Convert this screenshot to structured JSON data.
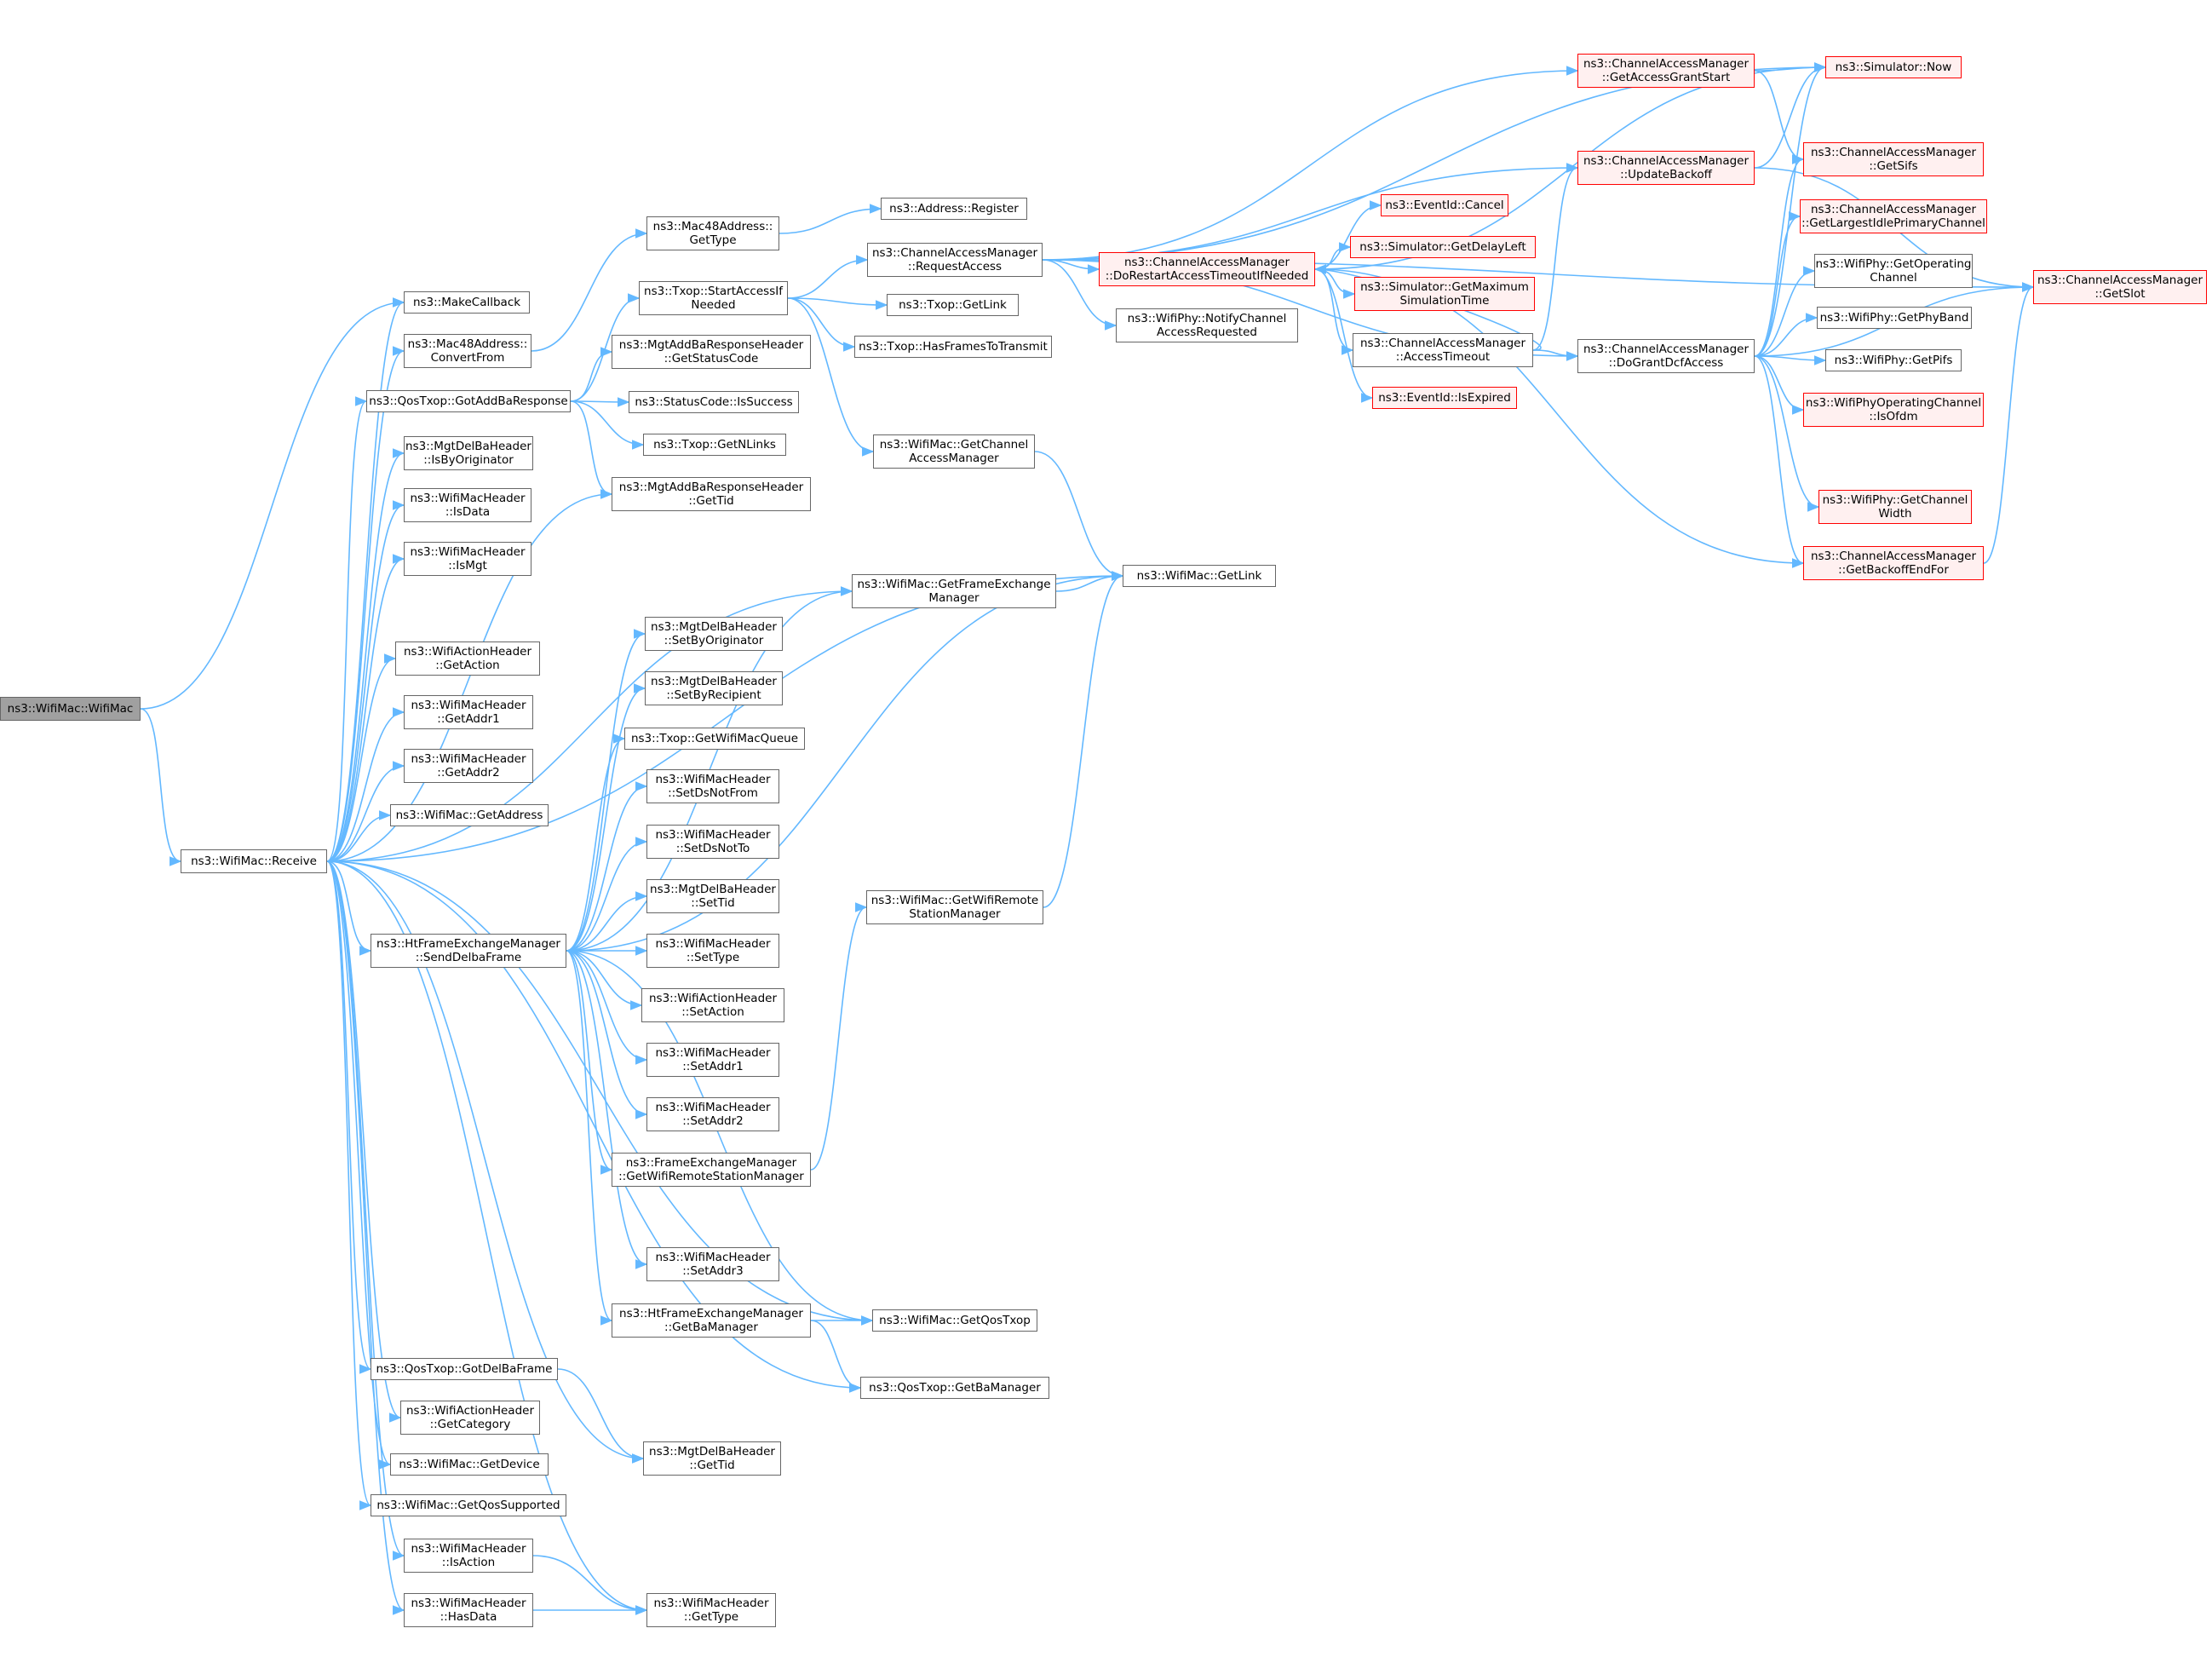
{
  "colors": {
    "edge": "#63b8ff",
    "node_border": "#666666",
    "node_fill": "#ffffff",
    "truncated_border": "#ff0000",
    "truncated_fill": "#fff0f0",
    "root_fill": "#a0a0a0"
  },
  "nodes": [
    {
      "id": "root",
      "label": "ns3::WifiMac::WifiMac",
      "style": "root"
    },
    {
      "id": "receive",
      "label": "ns3::WifiMac::Receive",
      "style": "normal"
    },
    {
      "id": "makecallback",
      "label": "ns3::MakeCallback",
      "style": "normal"
    },
    {
      "id": "convertfrom",
      "label": "ns3::Mac48Address::\nConvertFrom",
      "style": "normal"
    },
    {
      "id": "gotaddba",
      "label": "ns3::QosTxop::GotAddBaResponse",
      "style": "normal"
    },
    {
      "id": "isbyorig",
      "label": "ns3::MgtDelBaHeader\n::IsByOriginator",
      "style": "normal"
    },
    {
      "id": "isdata",
      "label": "ns3::WifiMacHeader\n::IsData",
      "style": "normal"
    },
    {
      "id": "ismgt",
      "label": "ns3::WifiMacHeader\n::IsMgt",
      "style": "normal"
    },
    {
      "id": "getaction",
      "label": "ns3::WifiActionHeader\n::GetAction",
      "style": "normal"
    },
    {
      "id": "getaddr1",
      "label": "ns3::WifiMacHeader\n::GetAddr1",
      "style": "normal"
    },
    {
      "id": "getaddr2",
      "label": "ns3::WifiMacHeader\n::GetAddr2",
      "style": "normal"
    },
    {
      "id": "getaddress",
      "label": "ns3::WifiMac::GetAddress",
      "style": "normal"
    },
    {
      "id": "senddelba",
      "label": "ns3::HtFrameExchangeManager\n::SendDelbaFrame",
      "style": "normal"
    },
    {
      "id": "gotdelba",
      "label": "ns3::QosTxop::GotDelBaFrame",
      "style": "normal"
    },
    {
      "id": "getcategory",
      "label": "ns3::WifiActionHeader\n::GetCategory",
      "style": "normal"
    },
    {
      "id": "getdevice",
      "label": "ns3::WifiMac::GetDevice",
      "style": "normal"
    },
    {
      "id": "getqossupp",
      "label": "ns3::WifiMac::GetQosSupported",
      "style": "normal"
    },
    {
      "id": "isaction",
      "label": "ns3::WifiMacHeader\n::IsAction",
      "style": "normal"
    },
    {
      "id": "hasdata",
      "label": "ns3::WifiMacHeader\n::HasData",
      "style": "normal"
    },
    {
      "id": "mac48gettype",
      "label": "ns3::Mac48Address::\nGetType",
      "style": "normal"
    },
    {
      "id": "startaccess",
      "label": "ns3::Txop::StartAccessIf\nNeeded",
      "style": "normal"
    },
    {
      "id": "getstatuscode",
      "label": "ns3::MgtAddBaResponseHeader\n::GetStatusCode",
      "style": "normal"
    },
    {
      "id": "issuccess",
      "label": "ns3::StatusCode::IsSuccess",
      "style": "normal"
    },
    {
      "id": "getnlinks",
      "label": "ns3::Txop::GetNLinks",
      "style": "normal"
    },
    {
      "id": "addbagettid",
      "label": "ns3::MgtAddBaResponseHeader\n::GetTid",
      "style": "normal"
    },
    {
      "id": "setbyorig",
      "label": "ns3::MgtDelBaHeader\n::SetByOriginator",
      "style": "normal"
    },
    {
      "id": "setbyrecip",
      "label": "ns3::MgtDelBaHeader\n::SetByRecipient",
      "style": "normal"
    },
    {
      "id": "getwifimacqueue",
      "label": "ns3::Txop::GetWifiMacQueue",
      "style": "normal"
    },
    {
      "id": "setdsnotfrom",
      "label": "ns3::WifiMacHeader\n::SetDsNotFrom",
      "style": "normal"
    },
    {
      "id": "setdsnotto",
      "label": "ns3::WifiMacHeader\n::SetDsNotTo",
      "style": "normal"
    },
    {
      "id": "delbasettid",
      "label": "ns3::MgtDelBaHeader\n::SetTid",
      "style": "normal"
    },
    {
      "id": "settype",
      "label": "ns3::WifiMacHeader\n::SetType",
      "style": "normal"
    },
    {
      "id": "setaction",
      "label": "ns3::WifiActionHeader\n::SetAction",
      "style": "normal"
    },
    {
      "id": "setaddr1",
      "label": "ns3::WifiMacHeader\n::SetAddr1",
      "style": "normal"
    },
    {
      "id": "setaddr2",
      "label": "ns3::WifiMacHeader\n::SetAddr2",
      "style": "normal"
    },
    {
      "id": "fem_getrsm",
      "label": "ns3::FrameExchangeManager\n::GetWifiRemoteStationManager",
      "style": "normal"
    },
    {
      "id": "setaddr3",
      "label": "ns3::WifiMacHeader\n::SetAddr3",
      "style": "normal"
    },
    {
      "id": "htgetbamgr",
      "label": "ns3::HtFrameExchangeManager\n::GetBaManager",
      "style": "normal"
    },
    {
      "id": "delbagettid",
      "label": "ns3::MgtDelBaHeader\n::GetTid",
      "style": "normal"
    },
    {
      "id": "machdrgettype",
      "label": "ns3::WifiMacHeader\n::GetType",
      "style": "normal"
    },
    {
      "id": "addrregister",
      "label": "ns3::Address::Register",
      "style": "normal"
    },
    {
      "id": "requestaccess",
      "label": "ns3::ChannelAccessManager\n::RequestAccess",
      "style": "normal"
    },
    {
      "id": "txopgetlink",
      "label": "ns3::Txop::GetLink",
      "style": "normal"
    },
    {
      "id": "hasframes",
      "label": "ns3::Txop::HasFramesToTransmit",
      "style": "normal"
    },
    {
      "id": "getcam",
      "label": "ns3::WifiMac::GetChannel\nAccessManager",
      "style": "normal"
    },
    {
      "id": "getfem",
      "label": "ns3::WifiMac::GetFrameExchange\nManager",
      "style": "normal"
    },
    {
      "id": "macgetlink",
      "label": "ns3::WifiMac::GetLink",
      "style": "normal"
    },
    {
      "id": "macgetrsm",
      "label": "ns3::WifiMac::GetWifiRemote\nStationManager",
      "style": "normal"
    },
    {
      "id": "getqostxop",
      "label": "ns3::WifiMac::GetQosTxop",
      "style": "normal"
    },
    {
      "id": "qosgetbamgr",
      "label": "ns3::QosTxop::GetBaManager",
      "style": "normal"
    },
    {
      "id": "dorestart",
      "label": "ns3::ChannelAccessManager\n::DoRestartAccessTimeoutIfNeeded",
      "style": "truncated"
    },
    {
      "id": "notifychan",
      "label": "ns3::WifiPhy::NotifyChannel\nAccessRequested",
      "style": "normal"
    },
    {
      "id": "getaccessgrant",
      "label": "ns3::ChannelAccessManager\n::GetAccessGrantStart",
      "style": "truncated"
    },
    {
      "id": "updatebackoff",
      "label": "ns3::ChannelAccessManager\n::UpdateBackoff",
      "style": "truncated"
    },
    {
      "id": "eventcancel",
      "label": "ns3::EventId::Cancel",
      "style": "truncated"
    },
    {
      "id": "getdelayleft",
      "label": "ns3::Simulator::GetDelayLeft",
      "style": "truncated"
    },
    {
      "id": "getmaxsim",
      "label": "ns3::Simulator::GetMaximum\nSimulationTime",
      "style": "truncated"
    },
    {
      "id": "accesstimeout",
      "label": "ns3::ChannelAccessManager\n::AccessTimeout",
      "style": "normal"
    },
    {
      "id": "isexpired",
      "label": "ns3::EventId::IsExpired",
      "style": "truncated"
    },
    {
      "id": "simnow",
      "label": "ns3::Simulator::Now",
      "style": "truncated"
    },
    {
      "id": "getsifs",
      "label": "ns3::ChannelAccessManager\n::GetSifs",
      "style": "truncated"
    },
    {
      "id": "getlargest",
      "label": "ns3::ChannelAccessManager\n::GetLargestIdlePrimaryChannel",
      "style": "truncated"
    },
    {
      "id": "getopchan",
      "label": "ns3::WifiPhy::GetOperating\nChannel",
      "style": "normal"
    },
    {
      "id": "getphyband",
      "label": "ns3::WifiPhy::GetPhyBand",
      "style": "normal"
    },
    {
      "id": "getpifs",
      "label": "ns3::WifiPhy::GetPifs",
      "style": "normal"
    },
    {
      "id": "isofdm",
      "label": "ns3::WifiPhyOperatingChannel\n::IsOfdm",
      "style": "truncated"
    },
    {
      "id": "getchanwidth",
      "label": "ns3::WifiPhy::GetChannel\nWidth",
      "style": "truncated"
    },
    {
      "id": "getbackoffend",
      "label": "ns3::ChannelAccessManager\n::GetBackoffEndFor",
      "style": "truncated"
    },
    {
      "id": "dogrant",
      "label": "ns3::ChannelAccessManager\n::DoGrantDcfAccess",
      "style": "normal"
    },
    {
      "id": "getslot",
      "label": "ns3::ChannelAccessManager\n::GetSlot",
      "style": "truncated"
    }
  ],
  "edges": [
    [
      "root",
      "makecallback"
    ],
    [
      "root",
      "receive"
    ],
    [
      "receive",
      "makecallback"
    ],
    [
      "receive",
      "convertfrom"
    ],
    [
      "receive",
      "gotaddba"
    ],
    [
      "receive",
      "isbyorig"
    ],
    [
      "receive",
      "isdata"
    ],
    [
      "receive",
      "ismgt"
    ],
    [
      "receive",
      "addbagettid"
    ],
    [
      "receive",
      "getaction"
    ],
    [
      "receive",
      "getaddr1"
    ],
    [
      "receive",
      "getaddr2"
    ],
    [
      "receive",
      "getaddress"
    ],
    [
      "receive",
      "macgetlink"
    ],
    [
      "receive",
      "getfem"
    ],
    [
      "receive",
      "senddelba"
    ],
    [
      "receive",
      "getqostxop"
    ],
    [
      "receive",
      "qosgetbamgr"
    ],
    [
      "receive",
      "gotdelba"
    ],
    [
      "receive",
      "delbagettid"
    ],
    [
      "receive",
      "getcategory"
    ],
    [
      "receive",
      "getdevice"
    ],
    [
      "receive",
      "getqossupp"
    ],
    [
      "receive",
      "isaction"
    ],
    [
      "receive",
      "hasdata"
    ],
    [
      "receive",
      "machdrgettype"
    ],
    [
      "convertfrom",
      "mac48gettype"
    ],
    [
      "mac48gettype",
      "addrregister"
    ],
    [
      "gotaddba",
      "startaccess"
    ],
    [
      "gotaddba",
      "getstatuscode"
    ],
    [
      "gotaddba",
      "issuccess"
    ],
    [
      "gotaddba",
      "getnlinks"
    ],
    [
      "gotaddba",
      "addbagettid"
    ],
    [
      "startaccess",
      "requestaccess"
    ],
    [
      "startaccess",
      "txopgetlink"
    ],
    [
      "startaccess",
      "hasframes"
    ],
    [
      "startaccess",
      "getcam"
    ],
    [
      "getcam",
      "macgetlink"
    ],
    [
      "getfem",
      "macgetlink"
    ],
    [
      "macgetrsm",
      "macgetlink"
    ],
    [
      "senddelba",
      "macgetlink"
    ],
    [
      "senddelba",
      "getfem"
    ],
    [
      "senddelba",
      "setbyorig"
    ],
    [
      "senddelba",
      "setbyrecip"
    ],
    [
      "senddelba",
      "getwifimacqueue"
    ],
    [
      "senddelba",
      "setdsnotfrom"
    ],
    [
      "senddelba",
      "setdsnotto"
    ],
    [
      "senddelba",
      "delbasettid"
    ],
    [
      "senddelba",
      "settype"
    ],
    [
      "senddelba",
      "setaction"
    ],
    [
      "senddelba",
      "setaddr1"
    ],
    [
      "senddelba",
      "setaddr2"
    ],
    [
      "senddelba",
      "fem_getrsm"
    ],
    [
      "senddelba",
      "setaddr3"
    ],
    [
      "senddelba",
      "htgetbamgr"
    ],
    [
      "senddelba",
      "getqostxop"
    ],
    [
      "fem_getrsm",
      "macgetrsm"
    ],
    [
      "htgetbamgr",
      "getqostxop"
    ],
    [
      "htgetbamgr",
      "qosgetbamgr"
    ],
    [
      "gotdelba",
      "delbagettid"
    ],
    [
      "isaction",
      "machdrgettype"
    ],
    [
      "hasdata",
      "machdrgettype"
    ],
    [
      "requestaccess",
      "getaccessgrant"
    ],
    [
      "requestaccess",
      "simnow"
    ],
    [
      "requestaccess",
      "updatebackoff"
    ],
    [
      "requestaccess",
      "dorestart"
    ],
    [
      "requestaccess",
      "notifychan"
    ],
    [
      "requestaccess",
      "getslot"
    ],
    [
      "requestaccess",
      "dogrant"
    ],
    [
      "dorestart",
      "eventcancel"
    ],
    [
      "dorestart",
      "getdelayleft"
    ],
    [
      "dorestart",
      "getmaxsim"
    ],
    [
      "dorestart",
      "accesstimeout"
    ],
    [
      "dorestart",
      "isexpired"
    ],
    [
      "dorestart",
      "simnow"
    ],
    [
      "dorestart",
      "getbackoffend"
    ],
    [
      "accesstimeout",
      "dorestart"
    ],
    [
      "accesstimeout",
      "updatebackoff"
    ],
    [
      "accesstimeout",
      "dogrant"
    ],
    [
      "getaccessgrant",
      "simnow"
    ],
    [
      "getaccessgrant",
      "getsifs"
    ],
    [
      "updatebackoff",
      "simnow"
    ],
    [
      "updatebackoff",
      "getslot"
    ],
    [
      "dogrant",
      "simnow"
    ],
    [
      "dogrant",
      "getsifs"
    ],
    [
      "dogrant",
      "getlargest"
    ],
    [
      "dogrant",
      "getopchan"
    ],
    [
      "dogrant",
      "getphyband"
    ],
    [
      "dogrant",
      "getpifs"
    ],
    [
      "dogrant",
      "isofdm"
    ],
    [
      "dogrant",
      "getchanwidth"
    ],
    [
      "dogrant",
      "getbackoffend"
    ],
    [
      "dogrant",
      "getslot"
    ],
    [
      "getbackoffend",
      "getslot"
    ]
  ]
}
